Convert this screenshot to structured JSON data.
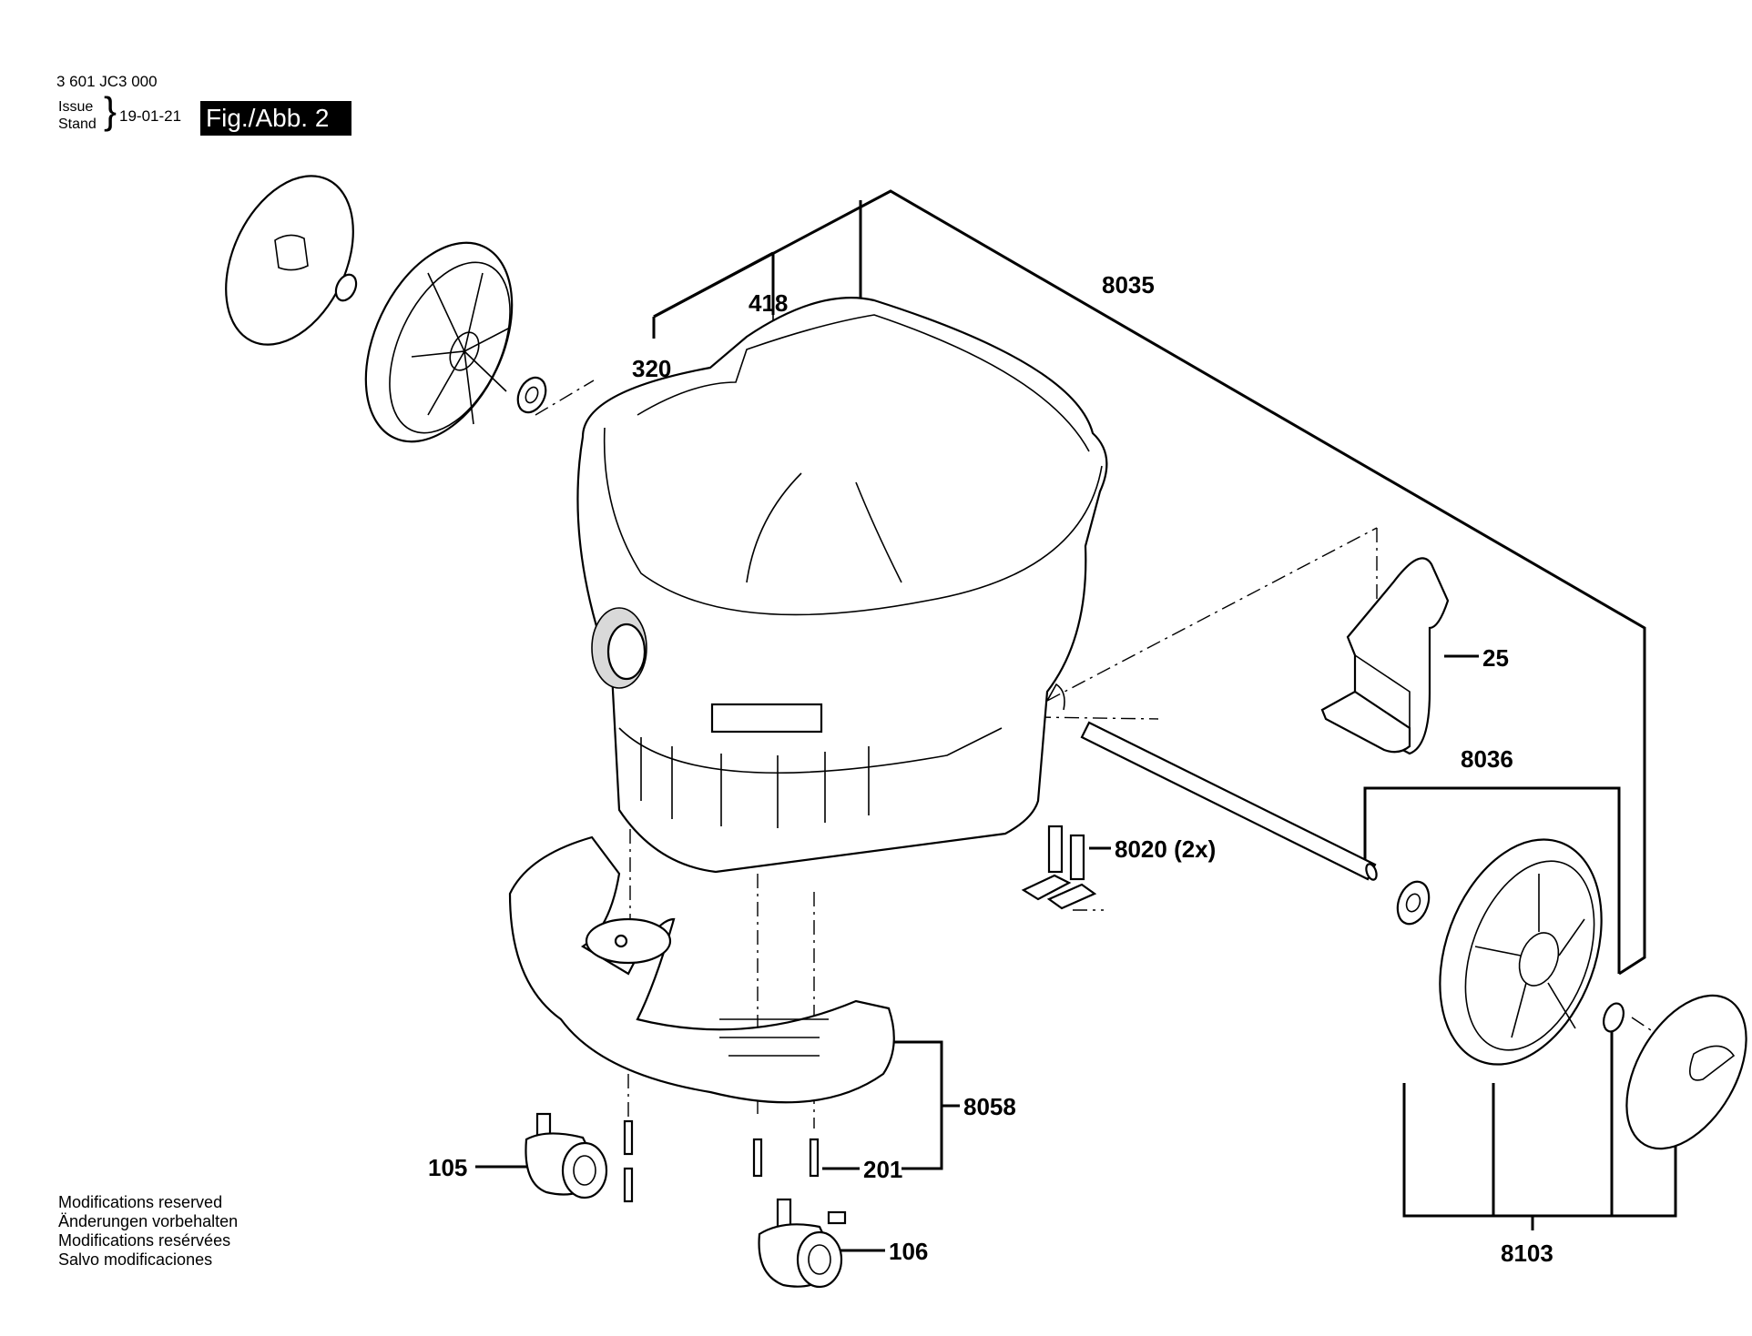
{
  "header": {
    "doc_number": "3 601 JC3 000",
    "issue_lines": [
      "Issue",
      "Stand"
    ],
    "date": "19-01-21",
    "figure_label": "Fig./Abb. 2"
  },
  "notes": [
    "Modifications reserved",
    "Änderungen vorbehalten",
    "Modifications resérvées",
    "Salvo modificaciones"
  ],
  "labels": {
    "p418": "418",
    "p320": "320",
    "p8035": "8035",
    "p25": "25",
    "p8036": "8036",
    "p8020": "8020 (2x)",
    "p8058": "8058",
    "p105": "105",
    "p201": "201",
    "p106": "106",
    "p8103": "8103"
  }
}
